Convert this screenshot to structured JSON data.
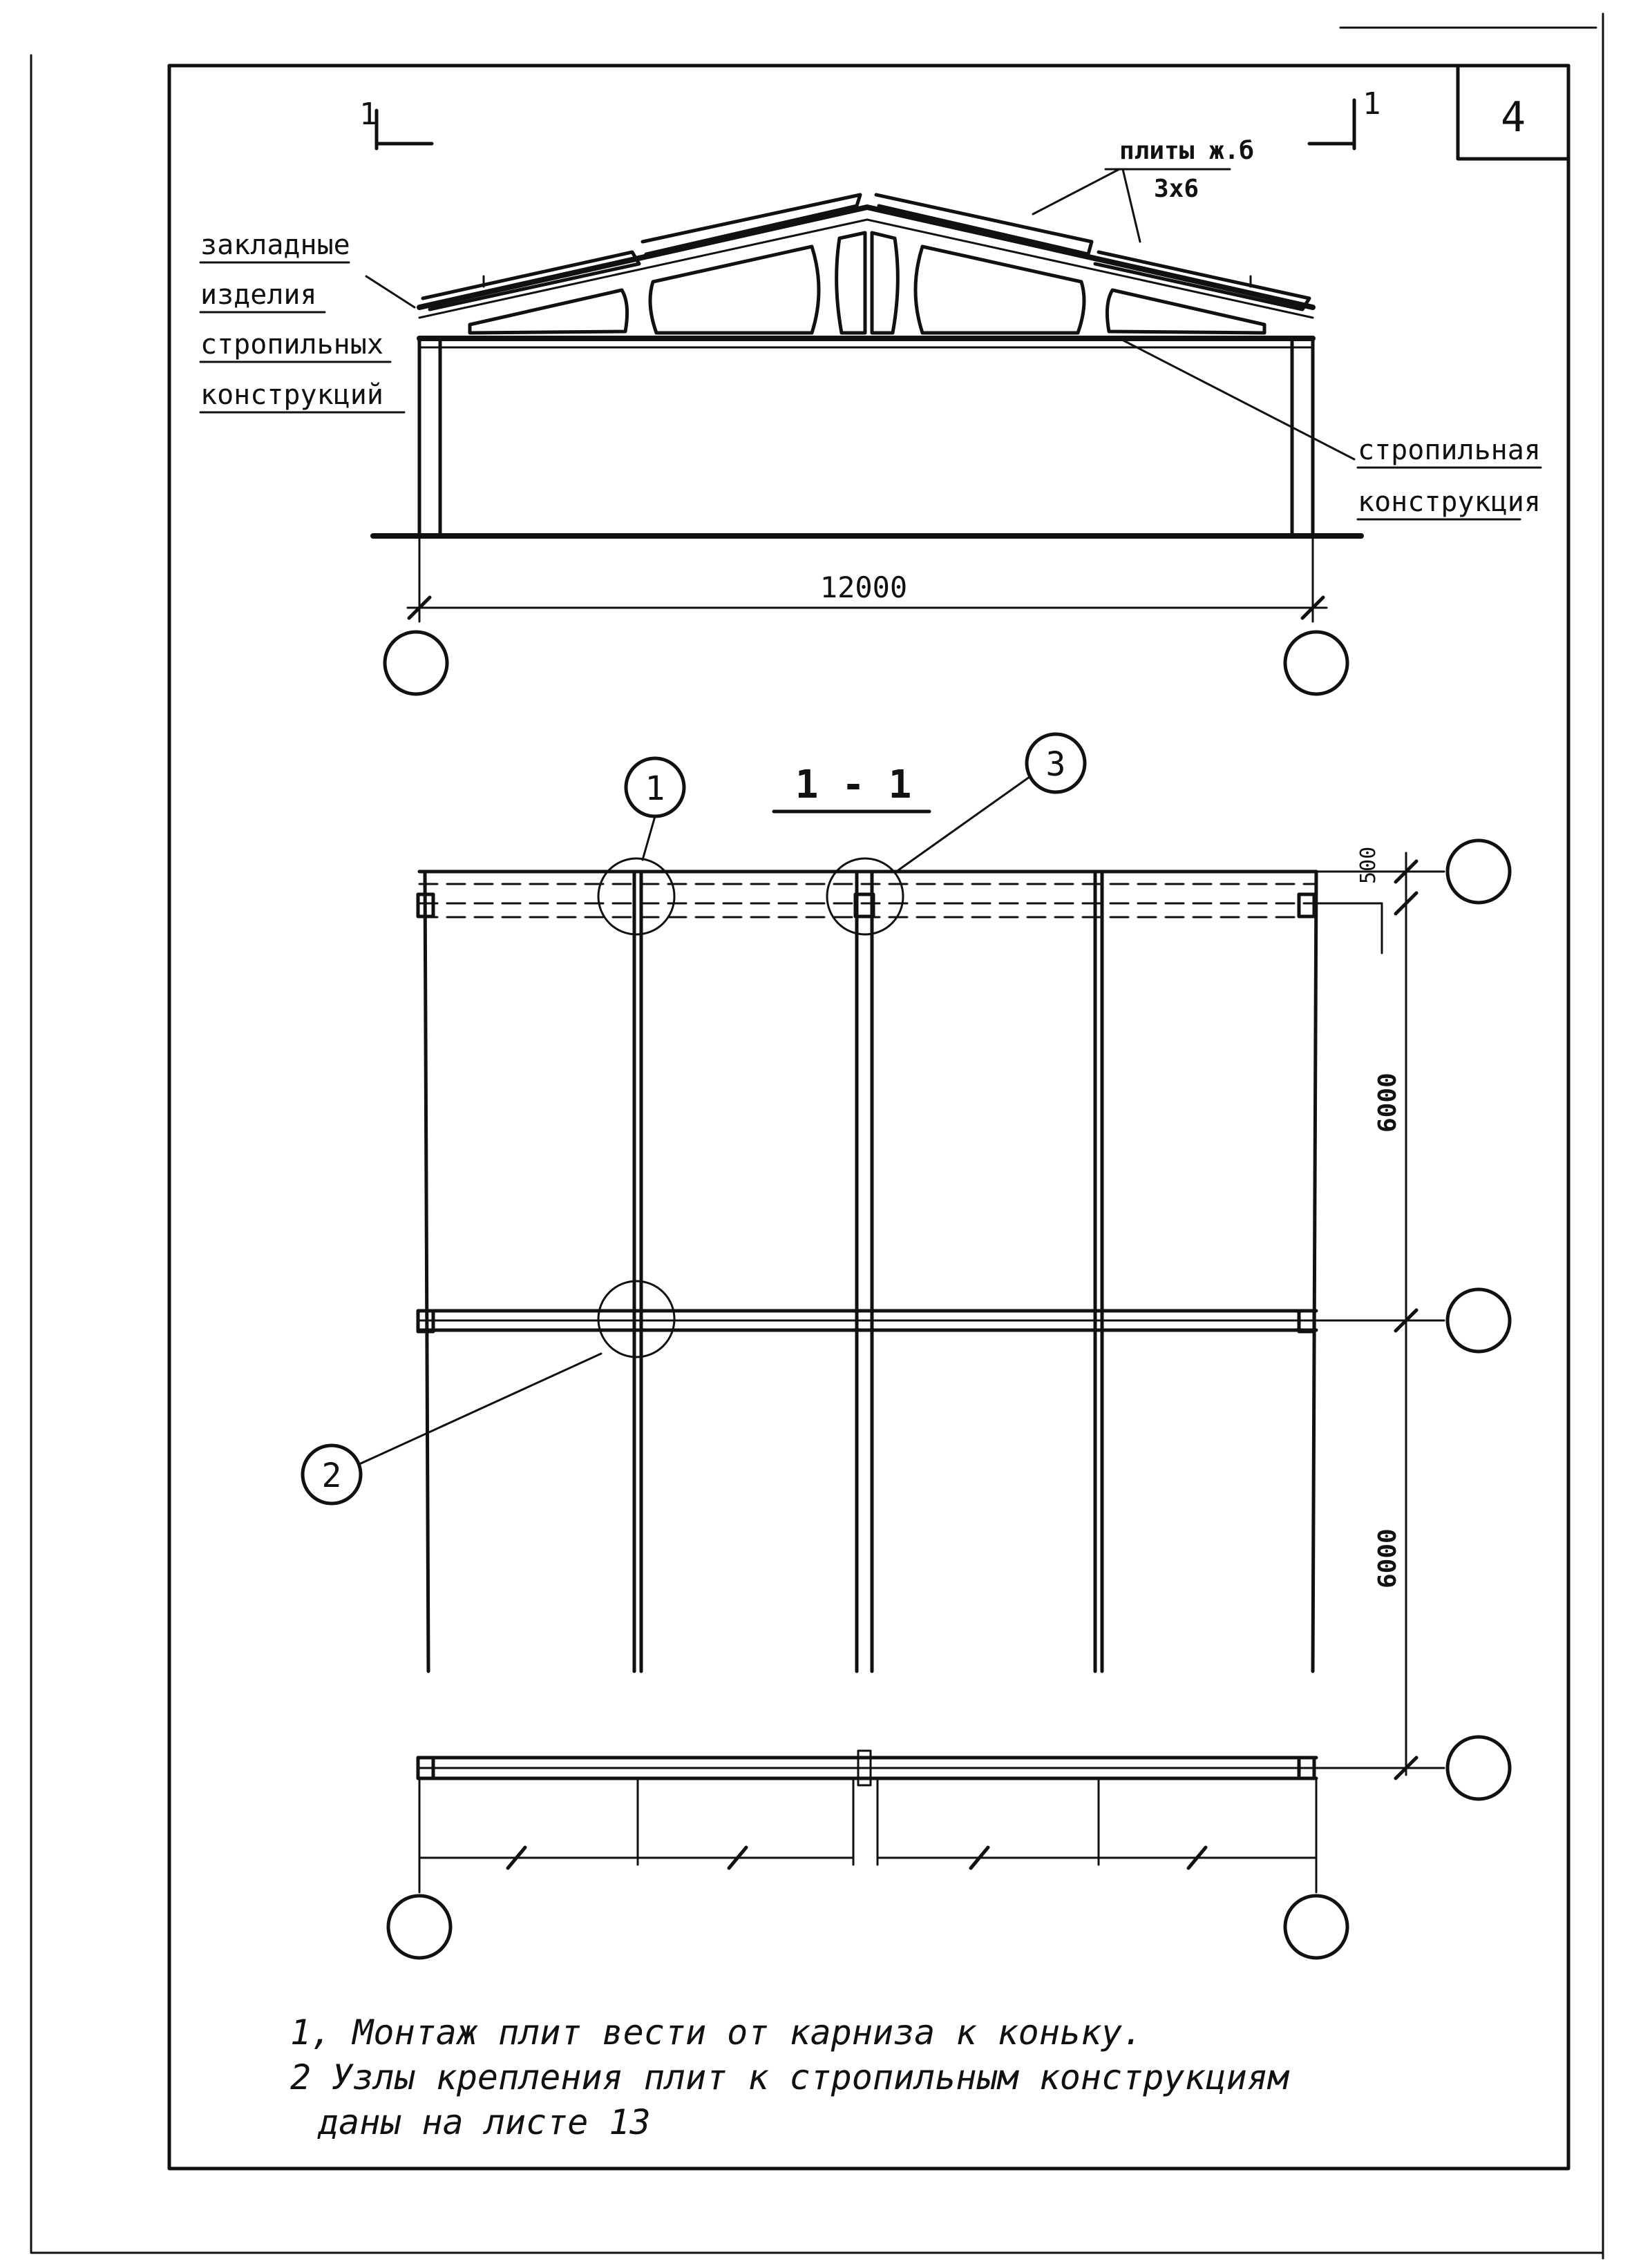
{
  "sheet": {
    "number": "4"
  },
  "section_marks": {
    "left": "1",
    "right": "1"
  },
  "section_title": "1 - 1",
  "labels": {
    "plates": "плиты ж.б",
    "plates_size": "3x6",
    "embedded": [
      "закладные",
      "изделия",
      "стропильных",
      "конструкций"
    ],
    "truss": [
      "стропильная",
      "конструкция"
    ]
  },
  "dimensions": {
    "span": "12000",
    "offset": "500",
    "bay_1": "6000",
    "bay_2": "6000"
  },
  "callouts": [
    "1",
    "2",
    "3"
  ],
  "notes": [
    "1, Монтаж плит вести от карниза к коньку.",
    "2 Узлы крепления плит к стропильным конструкциям",
    "даны на листе 13"
  ]
}
